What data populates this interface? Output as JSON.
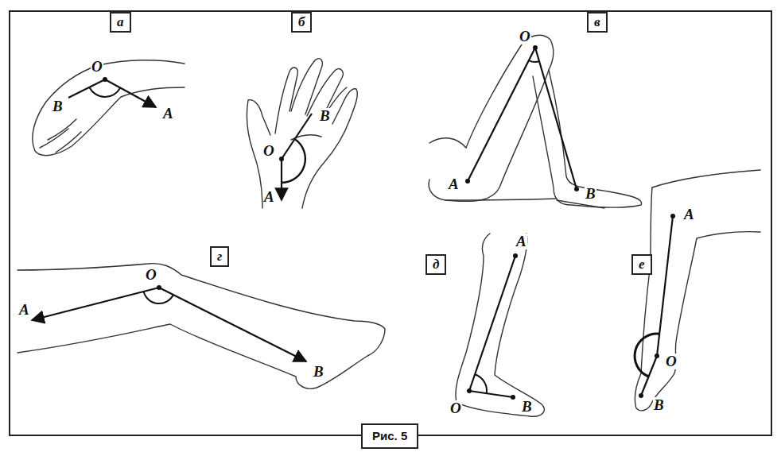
{
  "diagram": {
    "nodes": [
      {
        "text": [
          "а"
        ]
      },
      {
        "text": [
          "б"
        ]
      },
      {
        "text": [
          "в"
        ]
      },
      {
        "text": [
          "г"
        ]
      },
      {
        "text": [
          "д"
        ]
      },
      {
        "text": [
          "е"
        ]
      },
      {
        "text": [
          "Рис. 5"
        ]
      }
    ],
    "labels": [
      "О",
      "В",
      "А",
      "В",
      "О",
      "А",
      "О",
      "А",
      "В",
      "А",
      "О",
      "В",
      "А",
      "О",
      "В",
      "А",
      "О",
      "В"
    ]
  }
}
